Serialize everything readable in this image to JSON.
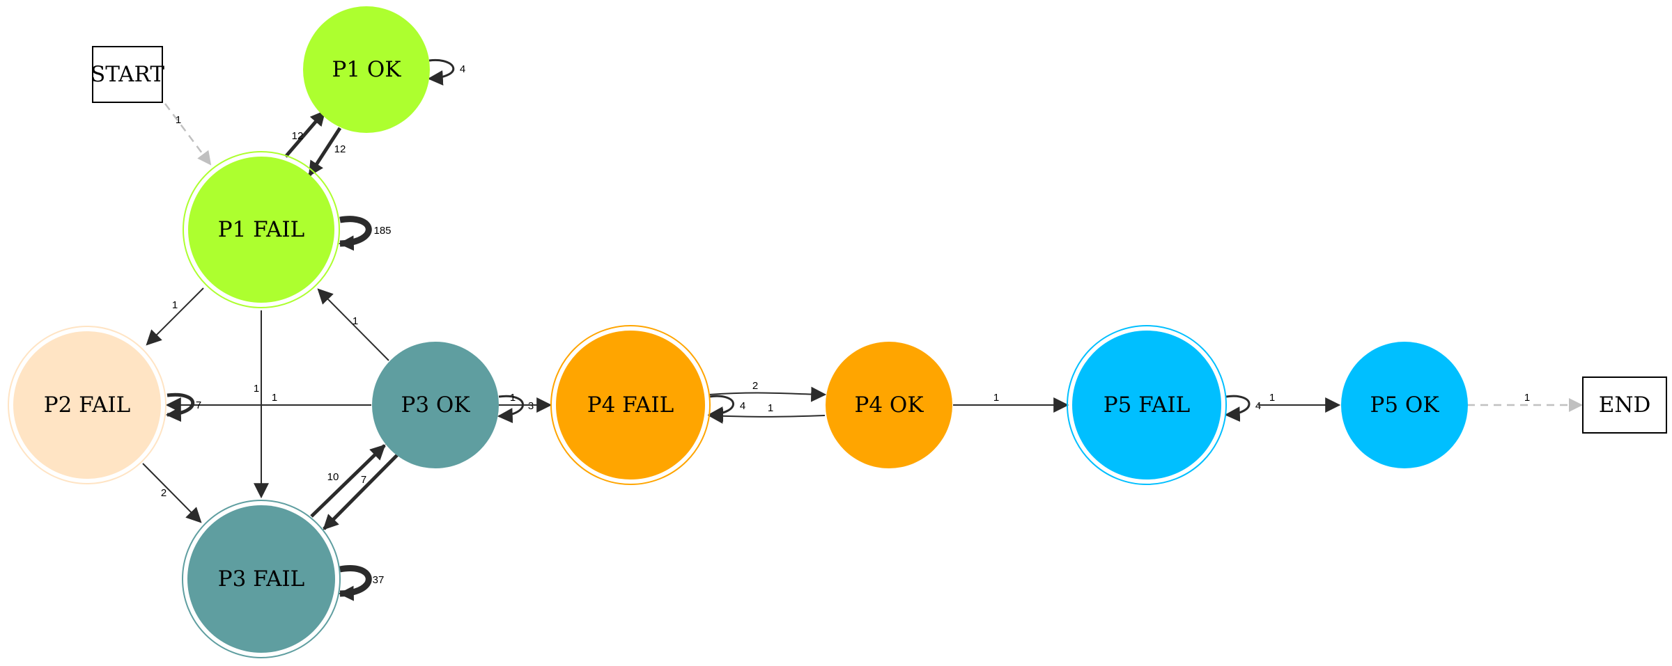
{
  "colors": {
    "green": "#adff2f",
    "peach": "#ffe4c4",
    "teal": "#5f9ea0",
    "orange": "#ffa500",
    "blue": "#00bfff",
    "edge": "#2b2b2b",
    "dashed": "#c0c0c0",
    "box_border": "#000000"
  },
  "nodes": {
    "start": {
      "label": "START",
      "shape": "box"
    },
    "end": {
      "label": "END",
      "shape": "box"
    },
    "p1_ok": {
      "label": "P1 OK",
      "shape": "circle",
      "color": "green"
    },
    "p1_fail": {
      "label": "P1 FAIL",
      "shape": "doublecircle",
      "color": "green"
    },
    "p2_fail": {
      "label": "P2 FAIL",
      "shape": "doublecircle",
      "color": "peach"
    },
    "p3_ok": {
      "label": "P3 OK",
      "shape": "circle",
      "color": "teal"
    },
    "p3_fail": {
      "label": "P3 FAIL",
      "shape": "doublecircle",
      "color": "teal"
    },
    "p4_fail": {
      "label": "P4 FAIL",
      "shape": "doublecircle",
      "color": "orange"
    },
    "p4_ok": {
      "label": "P4 OK",
      "shape": "circle",
      "color": "orange"
    },
    "p5_fail": {
      "label": "P5 FAIL",
      "shape": "doublecircle",
      "color": "blue"
    },
    "p5_ok": {
      "label": "P5 OK",
      "shape": "circle",
      "color": "blue"
    }
  },
  "edges": [
    {
      "id": "start-p1fail",
      "from": "START",
      "to": "P1 FAIL",
      "label": "1",
      "style": "dashed"
    },
    {
      "id": "p1fail-p1ok",
      "from": "P1 FAIL",
      "to": "P1 OK",
      "label": "12"
    },
    {
      "id": "p1ok-p1fail",
      "from": "P1 OK",
      "to": "P1 FAIL",
      "label": "12"
    },
    {
      "id": "p1ok-self",
      "from": "P1 OK",
      "to": "P1 OK",
      "label": "4"
    },
    {
      "id": "p1fail-self",
      "from": "P1 FAIL",
      "to": "P1 FAIL",
      "label": "185"
    },
    {
      "id": "p1fail-p2fail",
      "from": "P1 FAIL",
      "to": "P2 FAIL",
      "label": "1"
    },
    {
      "id": "p1fail-p3fail",
      "from": "P1 FAIL",
      "to": "P3 FAIL",
      "label": "1"
    },
    {
      "id": "p3ok-p1fail",
      "from": "P3 OK",
      "to": "P1 FAIL",
      "label": "1"
    },
    {
      "id": "p3ok-p2fail",
      "from": "P3 OK",
      "to": "P2 FAIL",
      "label": "1"
    },
    {
      "id": "p2fail-self",
      "from": "P2 FAIL",
      "to": "P2 FAIL",
      "label": "7"
    },
    {
      "id": "p2fail-p3fail",
      "from": "P2 FAIL",
      "to": "P3 FAIL",
      "label": "2"
    },
    {
      "id": "p3fail-p3ok",
      "from": "P3 FAIL",
      "to": "P3 OK",
      "label": "10"
    },
    {
      "id": "p3ok-p3fail",
      "from": "P3 OK",
      "to": "P3 FAIL",
      "label": "7"
    },
    {
      "id": "p3fail-self",
      "from": "P3 FAIL",
      "to": "P3 FAIL",
      "label": "37"
    },
    {
      "id": "p3ok-self",
      "from": "P3 OK",
      "to": "P3 OK",
      "label": "3"
    },
    {
      "id": "p3ok-p4fail",
      "from": "P3 OK",
      "to": "P4 FAIL",
      "label": "1"
    },
    {
      "id": "p4fail-self",
      "from": "P4 FAIL",
      "to": "P4 FAIL",
      "label": "4"
    },
    {
      "id": "p4fail-p4ok",
      "from": "P4 FAIL",
      "to": "P4 OK",
      "label": "2"
    },
    {
      "id": "p4ok-p4fail",
      "from": "P4 OK",
      "to": "P4 FAIL",
      "label": "1"
    },
    {
      "id": "p4ok-p5fail",
      "from": "P4 OK",
      "to": "P5 FAIL",
      "label": "1"
    },
    {
      "id": "p5fail-self",
      "from": "P5 FAIL",
      "to": "P5 FAIL",
      "label": "4"
    },
    {
      "id": "p5fail-p5ok",
      "from": "P5 FAIL",
      "to": "P5 OK",
      "label": "1"
    },
    {
      "id": "p5ok-end",
      "from": "P5 OK",
      "to": "END",
      "label": "1",
      "style": "dashed"
    }
  ]
}
